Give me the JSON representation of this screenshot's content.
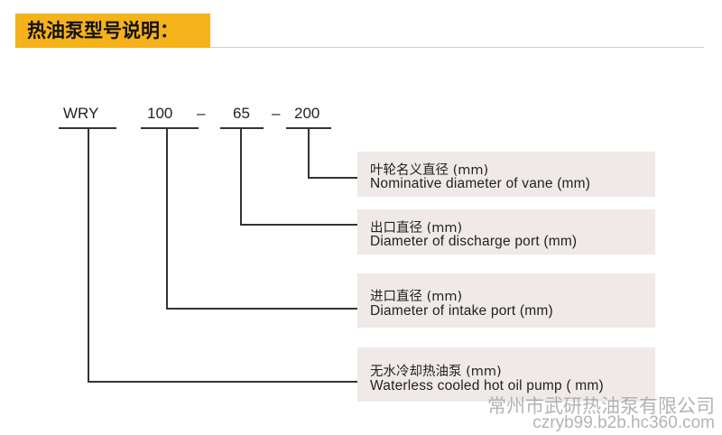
{
  "header": {
    "title": "热油泵型号说明："
  },
  "model_code": {
    "series": "WRY",
    "inlet": "100",
    "dash1": "–",
    "outlet": "65",
    "dash2": "–",
    "impeller": "200"
  },
  "descriptions": [
    {
      "zh": "叶轮名义直径 (mm)",
      "en": "Nominative  diameter  of  vane  (mm)"
    },
    {
      "zh": "出口直径 (mm)",
      "en": "Diameter  of  discharge port  (mm)"
    },
    {
      "zh": "进口直径  (mm)",
      "en": "Diameter of  intake  port  (mm)"
    },
    {
      "zh": "无水冷却热油泵  (mm)",
      "en": "Waterless  cooled  hot  oil pump  ( mm)"
    }
  ],
  "watermark": {
    "company": "常州市武研热油泵有限公司",
    "site": "czryb99.b2b.hc360.com"
  }
}
